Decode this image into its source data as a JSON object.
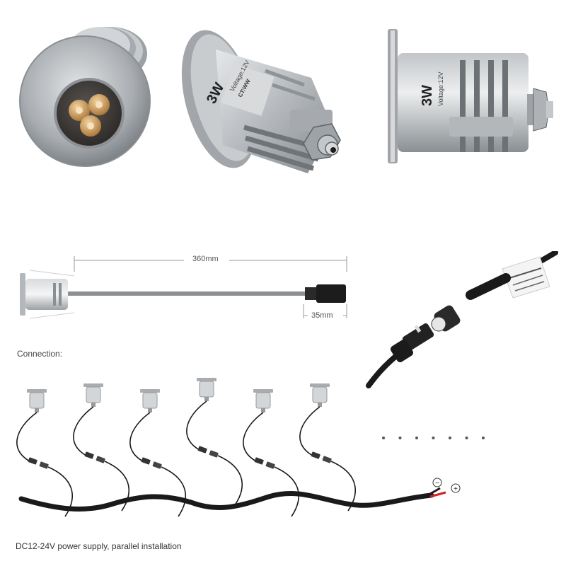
{
  "product": {
    "power_label": "3W",
    "housing_text": "Voltage:12V",
    "housing_subtext": "CT:WW",
    "side_view_power_label": "3W",
    "side_view_text": "Voltage:12V"
  },
  "dimension_drawing": {
    "cable_length": "360mm",
    "connector_length": "35mm"
  },
  "connection": {
    "title": "Connection:",
    "lamp_count": 6,
    "continuation_dots": 7,
    "polarity_negative": "−",
    "polarity_positive": "+",
    "caption": "DC12-24V power supply, parallel installation"
  },
  "colors": {
    "steel": "#b8bcc0",
    "steel_dark": "#7d8286",
    "lens": "#c99a5e",
    "cable": "#1a1a1a",
    "wire_red": "#d22020",
    "dim_line": "#9a9a9a"
  }
}
